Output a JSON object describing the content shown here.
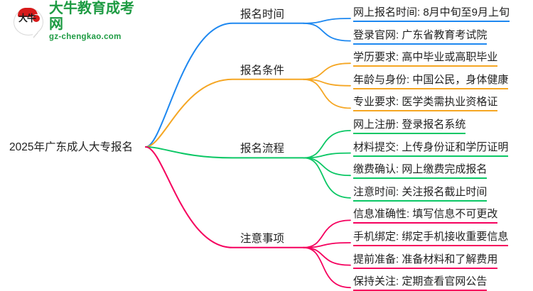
{
  "logo": {
    "mark_text": "大牛",
    "title": "大牛教育成考网",
    "url": "gz-chengkao.com",
    "brand_green": "#1e9b43",
    "brand_red": "#d71a1a"
  },
  "mindmap": {
    "root": {
      "label": "2025年广东成人大专报名"
    },
    "branches": [
      {
        "label": "报名时间",
        "color": "#1e88f0",
        "children": [
          {
            "label": "网上报名时间: 8月中旬至9月上旬"
          },
          {
            "label": "登录官网: 广东省教育考试院"
          }
        ]
      },
      {
        "label": "报名条件",
        "color": "#f5a623",
        "children": [
          {
            "label": "学历要求: 高中毕业或高职毕业"
          },
          {
            "label": "年龄与身份: 中国公民，身体健康"
          },
          {
            "label": "专业要求: 医学类需执业资格证"
          }
        ]
      },
      {
        "label": "报名流程",
        "color": "#0bc765",
        "children": [
          {
            "label": "网上注册: 登录报名系统"
          },
          {
            "label": "材料提交: 上传身份证和学历证明"
          },
          {
            "label": "缴费确认: 网上缴费完成报名"
          },
          {
            "label": "注意时间: 关注报名截止时间"
          }
        ]
      },
      {
        "label": "注意事项",
        "color": "#f5005e",
        "children": [
          {
            "label": "信息准确性: 填写信息不可更改"
          },
          {
            "label": "手机绑定: 绑定手机接收重要信息"
          },
          {
            "label": "提前准备: 准备材料和了解费用"
          },
          {
            "label": "保持关注: 定期查看官网公告"
          }
        ]
      }
    ]
  }
}
